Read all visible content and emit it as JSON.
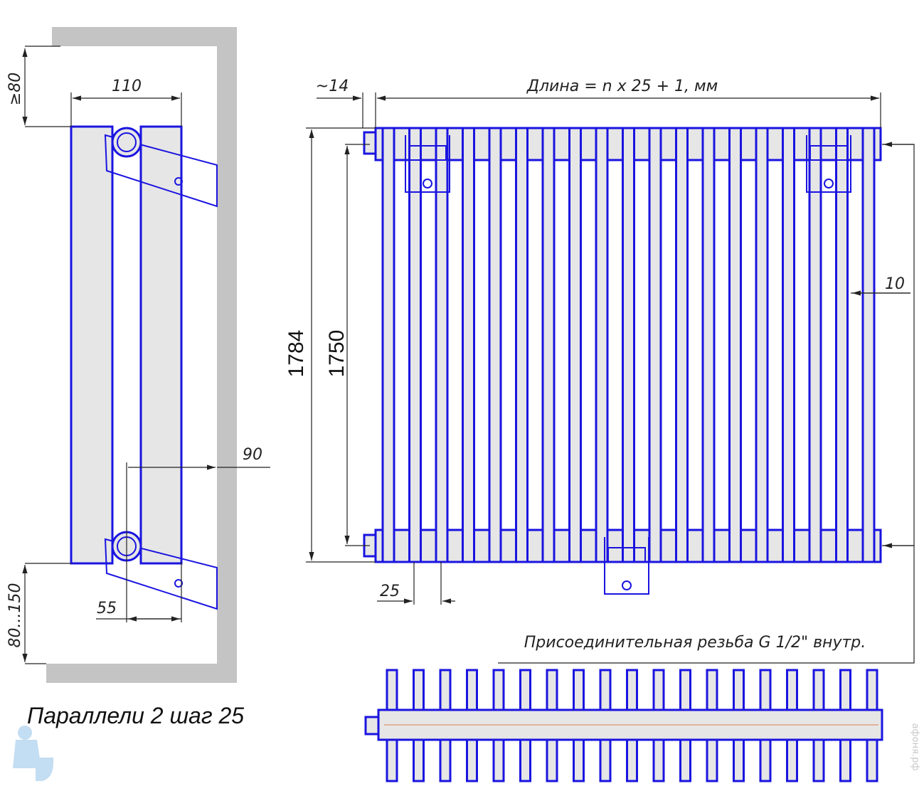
{
  "side_view": {
    "dim_clearance_top": "≥80",
    "dim_depth": "110",
    "dim_wall_offset": "90",
    "dim_axis": "55",
    "dim_clearance_bottom": "80...150",
    "caption": "Параллели 2 шаг 25"
  },
  "front_view": {
    "dim_side": "~14",
    "dim_length": "Длина = n x 25 + 1, мм",
    "dim_height_total": "1784",
    "dim_height_axis": "1750",
    "dim_edge": "10",
    "dim_pitch": "25",
    "connection_note": "Присоединительная резьба G 1/2\" внутр.",
    "tube_count": 19
  },
  "watermark": "афоня.рф",
  "colors": {
    "line": "#1a14e0",
    "fill": "#e6e6e6",
    "wall": "#c4c4c4"
  }
}
